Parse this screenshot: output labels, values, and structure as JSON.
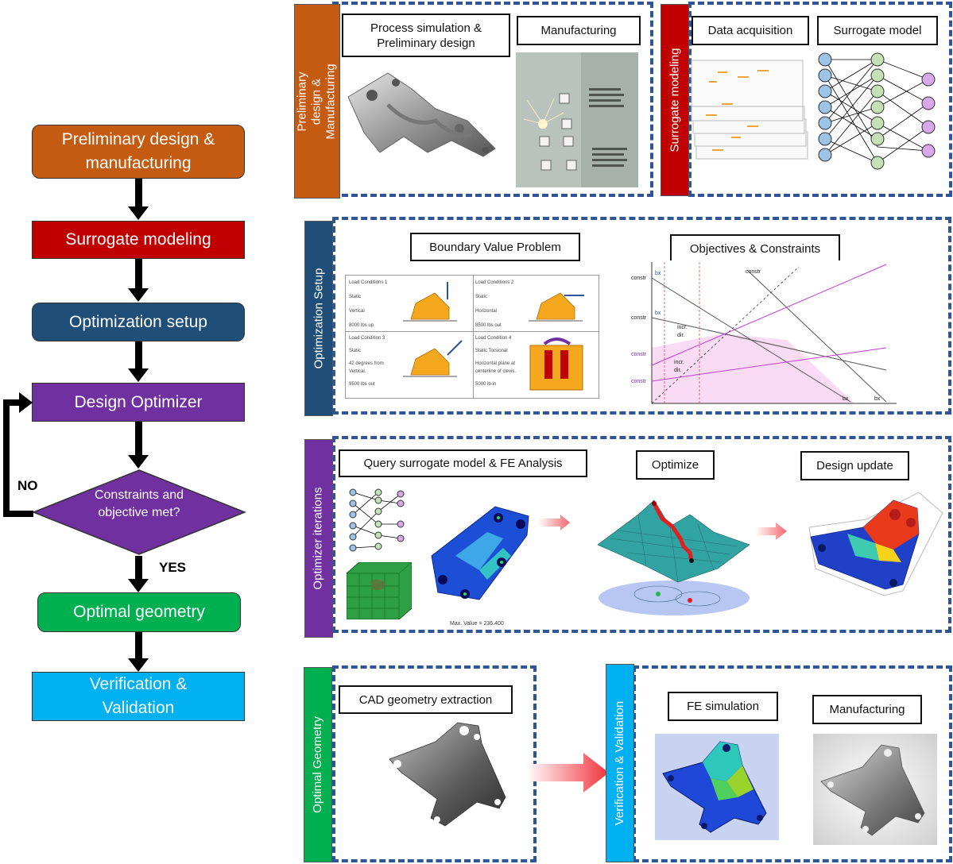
{
  "flowchart": {
    "steps": [
      {
        "label": "Preliminary design & manufacturing",
        "color": "#c55a11"
      },
      {
        "label": "Surrogate modeling",
        "color": "#c00000"
      },
      {
        "label": "Optimization setup",
        "color": "#1f4e79"
      },
      {
        "label": "Design Optimizer",
        "color": "#7030a0"
      },
      {
        "label": "Constraints and objective met?",
        "color": "#7030a0"
      },
      {
        "label": "Optimal geometry",
        "color": "#00b050"
      },
      {
        "label": "Verification & Validation",
        "color": "#00b0f0"
      }
    ],
    "no_label": "NO",
    "yes_label": "YES"
  },
  "panels": {
    "prelim": {
      "side_title": "Preliminary design & Manufacturing",
      "box1": "Process simulation & Preliminary design",
      "box2": "Manufacturing"
    },
    "surrogate": {
      "side_title": "Surrogate modeling",
      "box1": "Data acquisition",
      "box2": "Surrogate model"
    },
    "setup": {
      "side_title": "Optimization Setup",
      "box1": "Boundary Value Problem",
      "box2": "Objectives & Constraints",
      "load_cases": [
        {
          "title": "Load Conditions 1",
          "type": "Static",
          "dir": "Vertical",
          "mag": "8000 lbs up"
        },
        {
          "title": "Load Conditions 2",
          "type": "Static",
          "dir": "Horizontal",
          "mag": "8500 lbs out"
        },
        {
          "title": "Load Condition 3",
          "type": "Static",
          "dir": "42 degrees from Vertical.",
          "mag": "9500 lbs out"
        },
        {
          "title": "Load Condition 4",
          "type": "Static Torsional",
          "dir": "Horizontal plane at centerline of clevis.",
          "mag": "5000 lb-in"
        }
      ],
      "chart_labels": [
        "constr",
        "constr",
        "constr",
        "constr",
        "incr. dir.",
        "incr. dir.",
        "bx",
        "bx",
        "bx",
        "bx"
      ]
    },
    "iterations": {
      "side_title": "Optimizer iterations",
      "box1": "Query surrogate model & FE Analysis",
      "box2": "Optimize",
      "box3": "Design update",
      "fe_caption": "Max. Value = 236.400"
    },
    "optimal": {
      "side_title": "Optimal Geometry",
      "box1": "CAD geometry extraction"
    },
    "verification": {
      "side_title": "Verification & Validation",
      "box1": "FE simulation",
      "box2": "Manufacturing"
    }
  },
  "colors": {
    "dash_border": "#2f5597",
    "orange": "#c55a11",
    "red": "#c00000",
    "navy": "#1f4e79",
    "purple": "#7030a0",
    "green": "#00b050",
    "cyan": "#00b0f0"
  }
}
